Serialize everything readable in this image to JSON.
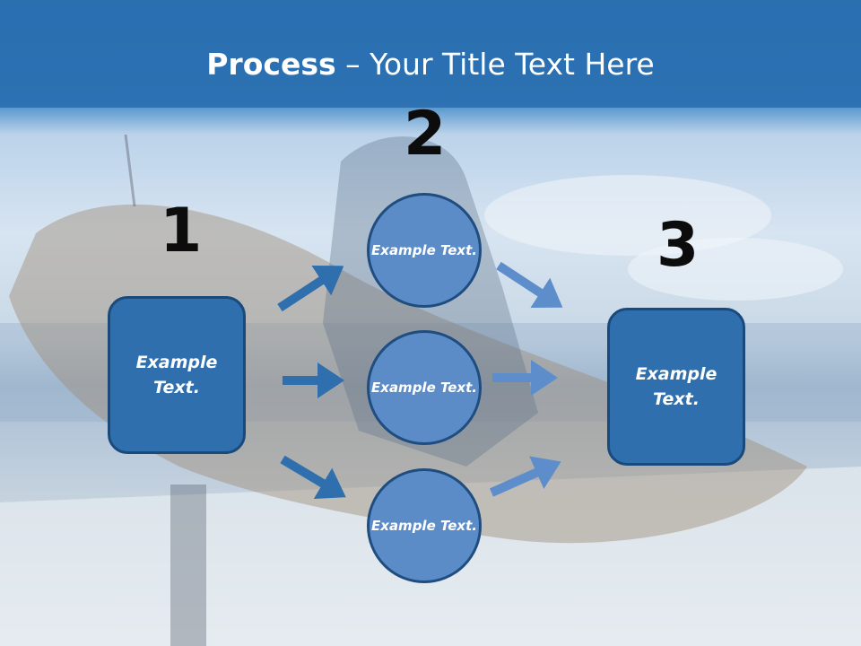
{
  "title": {
    "bold": "Process",
    "rest": " – Your Title Text Here"
  },
  "steps": [
    {
      "number": "1",
      "label": "Example Text."
    },
    {
      "number": "2",
      "label": "Example Text."
    },
    {
      "number": "3",
      "label": "Example Text."
    }
  ],
  "middle_nodes": [
    {
      "label": "Example Text."
    },
    {
      "label": "Example Text."
    },
    {
      "label": "Example Text."
    }
  ],
  "colors": {
    "title_bar": "#2a6fb0",
    "box_fill": "#2f6fad",
    "circle_fill": "#5c8cc7",
    "arrow_dark": "#2f6fad",
    "arrow_light": "#5d8ecb"
  },
  "background": {
    "subject": "fisherman-holding-grouper-photo"
  }
}
